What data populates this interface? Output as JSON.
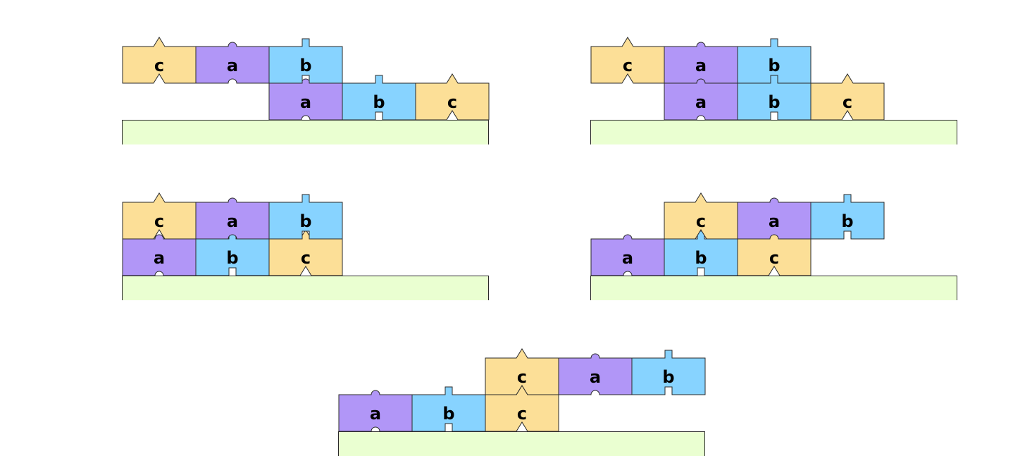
{
  "colors": {
    "a": "#b196f7",
    "b": "#87d3ff",
    "c": "#fcdf97",
    "ground": "#eaffd1",
    "outline": "#2a2a2a"
  },
  "pieces": {
    "a": {
      "label": "a",
      "knob": "semicircle"
    },
    "b": {
      "label": "b",
      "knob": "square"
    },
    "c": {
      "label": "c",
      "knob": "triangle"
    }
  },
  "panels": [
    {
      "top_row": [
        {
          "col": 0,
          "piece": "c"
        },
        {
          "col": 1,
          "piece": "a"
        },
        {
          "col": 2,
          "piece": "b"
        }
      ],
      "bottom_row": [
        {
          "col": 2,
          "piece": "a"
        },
        {
          "col": 3,
          "piece": "b"
        },
        {
          "col": 4,
          "piece": "c"
        }
      ]
    },
    {
      "top_row": [
        {
          "col": 0,
          "piece": "c"
        },
        {
          "col": 1,
          "piece": "a"
        },
        {
          "col": 2,
          "piece": "b"
        }
      ],
      "bottom_row": [
        {
          "col": 1,
          "piece": "a"
        },
        {
          "col": 2,
          "piece": "b"
        },
        {
          "col": 3,
          "piece": "c"
        }
      ]
    },
    {
      "top_row": [
        {
          "col": 0,
          "piece": "c"
        },
        {
          "col": 1,
          "piece": "a"
        },
        {
          "col": 2,
          "piece": "b"
        }
      ],
      "bottom_row": [
        {
          "col": 0,
          "piece": "a"
        },
        {
          "col": 1,
          "piece": "b"
        },
        {
          "col": 2,
          "piece": "c"
        }
      ]
    },
    {
      "top_row": [
        {
          "col": 1,
          "piece": "c"
        },
        {
          "col": 2,
          "piece": "a"
        },
        {
          "col": 3,
          "piece": "b"
        }
      ],
      "bottom_row": [
        {
          "col": 0,
          "piece": "a"
        },
        {
          "col": 1,
          "piece": "b"
        },
        {
          "col": 2,
          "piece": "c"
        }
      ]
    },
    {
      "top_row": [
        {
          "col": 2,
          "piece": "c"
        },
        {
          "col": 3,
          "piece": "a"
        },
        {
          "col": 4,
          "piece": "b"
        }
      ],
      "bottom_row": [
        {
          "col": 0,
          "piece": "a"
        },
        {
          "col": 1,
          "piece": "b"
        },
        {
          "col": 2,
          "piece": "c"
        }
      ]
    }
  ]
}
